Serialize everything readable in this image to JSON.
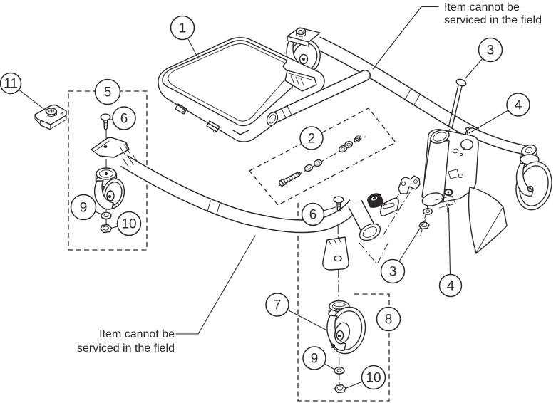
{
  "figure": {
    "type": "exploded-parts-diagram",
    "background_color": "#ffffff",
    "line_color": "#2b2728",
    "notes": {
      "top_right": {
        "line1": "Item cannot be",
        "line2": "serviced in the field"
      },
      "bottom_left": {
        "line1": "Item cannot be",
        "line2": "serviced in the field"
      }
    },
    "callouts": [
      {
        "id": "callout-1",
        "label": "1"
      },
      {
        "id": "callout-2",
        "label": "2"
      },
      {
        "id": "callout-3-top",
        "label": "3"
      },
      {
        "id": "callout-3-bottom",
        "label": "3"
      },
      {
        "id": "callout-4-top",
        "label": "4"
      },
      {
        "id": "callout-4-bottom",
        "label": "4"
      },
      {
        "id": "callout-5",
        "label": "5"
      },
      {
        "id": "callout-6-left",
        "label": "6"
      },
      {
        "id": "callout-6-bottom",
        "label": "6"
      },
      {
        "id": "callout-7",
        "label": "7"
      },
      {
        "id": "callout-8",
        "label": "8"
      },
      {
        "id": "callout-9-left",
        "label": "9"
      },
      {
        "id": "callout-9-bottom",
        "label": "9"
      },
      {
        "id": "callout-10-left",
        "label": "10"
      },
      {
        "id": "callout-10-bottom",
        "label": "10"
      },
      {
        "id": "callout-11",
        "label": "11"
      }
    ]
  }
}
